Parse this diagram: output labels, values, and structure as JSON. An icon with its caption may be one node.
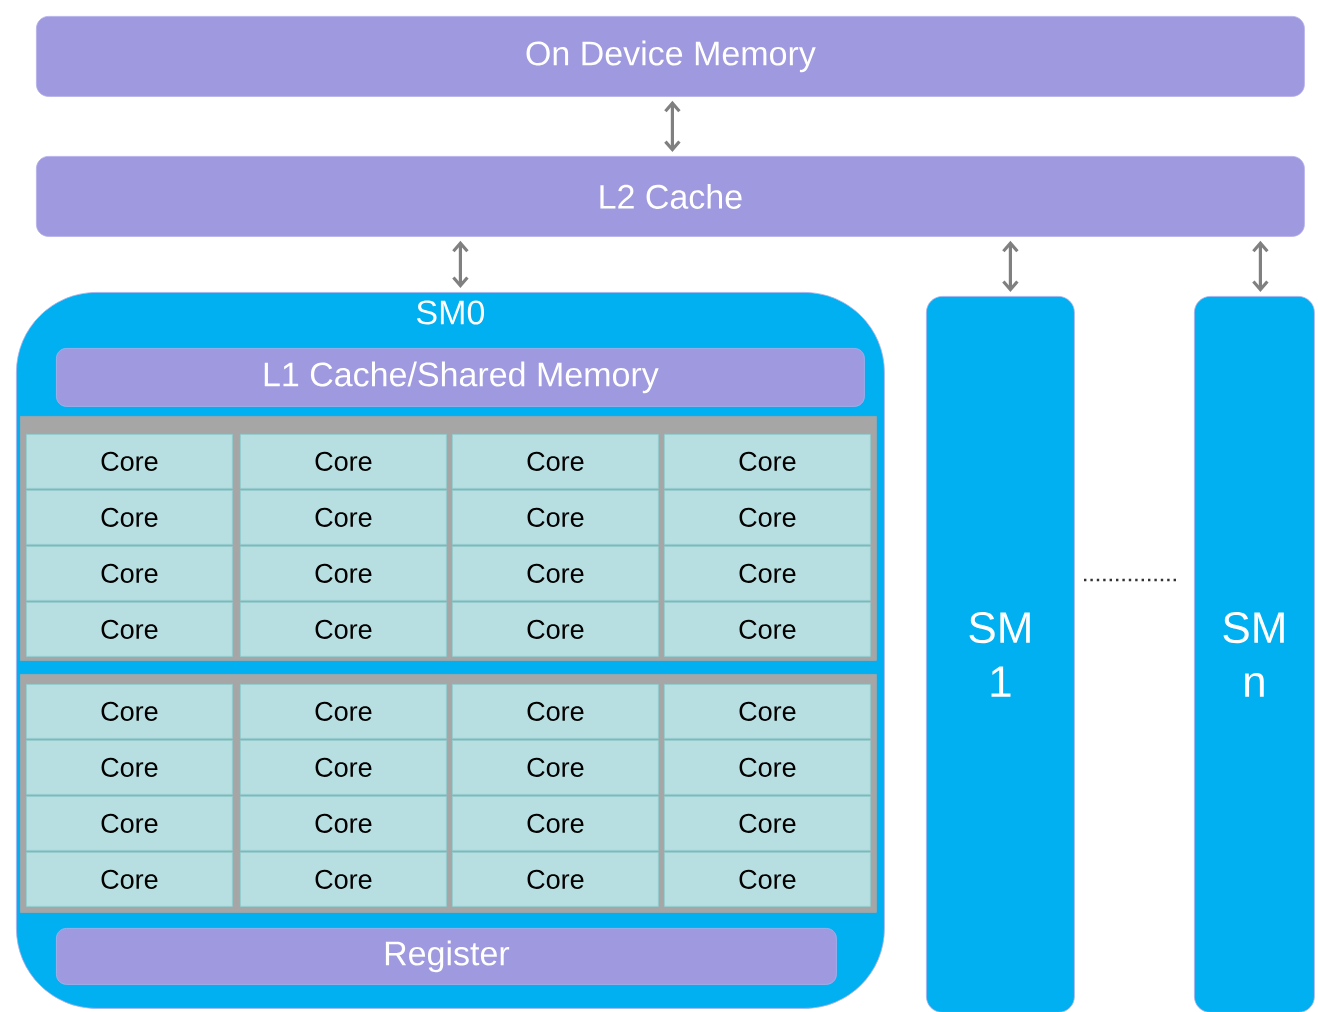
{
  "diagram": {
    "nodes": [
      {
        "text": [
          "On Device Memory"
        ]
      },
      {
        "text": [
          "L2 Cache"
        ]
      },
      {
        "text": [
          "SM0"
        ]
      },
      {
        "text": [
          "L1 Cache/Shared Memory"
        ],
        "in": 2
      },
      {
        "text": [],
        "shape": "box",
        "in": 2
      },
      {
        "text": [
          "Core"
        ],
        "in": 4
      },
      {
        "text": [
          "Core"
        ],
        "in": 4
      },
      {
        "text": [
          "Core"
        ],
        "in": 4
      },
      {
        "text": [
          "Core"
        ],
        "in": 4
      },
      {
        "text": [
          "Core"
        ],
        "in": 4
      },
      {
        "text": [
          "Core"
        ],
        "in": 4
      },
      {
        "text": [
          "Core"
        ],
        "in": 4
      },
      {
        "text": [
          "Core"
        ],
        "in": 4
      },
      {
        "text": [
          "Core"
        ],
        "in": 4
      },
      {
        "text": [
          "Core"
        ],
        "in": 4
      },
      {
        "text": [
          "Core"
        ],
        "in": 4
      },
      {
        "text": [
          "Core"
        ],
        "in": 4
      },
      {
        "text": [
          "Core"
        ],
        "in": 4
      },
      {
        "text": [
          "Core"
        ],
        "in": 4
      },
      {
        "text": [
          "Core"
        ],
        "in": 4
      },
      {
        "text": [
          "Core"
        ],
        "in": 4
      },
      {
        "text": [],
        "shape": "box",
        "in": 2
      },
      {
        "text": [
          "Core"
        ],
        "in": 21
      },
      {
        "text": [
          "Core"
        ],
        "in": 21
      },
      {
        "text": [
          "Core"
        ],
        "in": 21
      },
      {
        "text": [
          "Core"
        ],
        "in": 21
      },
      {
        "text": [
          "Core"
        ],
        "in": 21
      },
      {
        "text": [
          "Core"
        ],
        "in": 21
      },
      {
        "text": [
          "Core"
        ],
        "in": 21
      },
      {
        "text": [
          "Core"
        ],
        "in": 21
      },
      {
        "text": [
          "Core"
        ],
        "in": 21
      },
      {
        "text": [
          "Core"
        ],
        "in": 21
      },
      {
        "text": [
          "Core"
        ],
        "in": 21
      },
      {
        "text": [
          "Core"
        ],
        "in": 21
      },
      {
        "text": [
          "Core"
        ],
        "in": 21
      },
      {
        "text": [
          "Core"
        ],
        "in": 21
      },
      {
        "text": [
          "Core"
        ],
        "in": 21
      },
      {
        "text": [
          "Core"
        ],
        "in": 21
      },
      {
        "text": [
          "Register"
        ],
        "in": 2
      },
      {
        "text": [
          "SM 1"
        ]
      },
      {
        "text": [
          "SM n"
        ]
      }
    ],
    "edges": [
      {
        "from": 0,
        "to": 1,
        "arrow": "both"
      },
      {
        "from": 1,
        "to": 2,
        "arrow": "both"
      },
      {
        "from": 1,
        "to": 39,
        "arrow": "both"
      },
      {
        "from": 1,
        "to": 40,
        "arrow": "both"
      }
    ]
  }
}
